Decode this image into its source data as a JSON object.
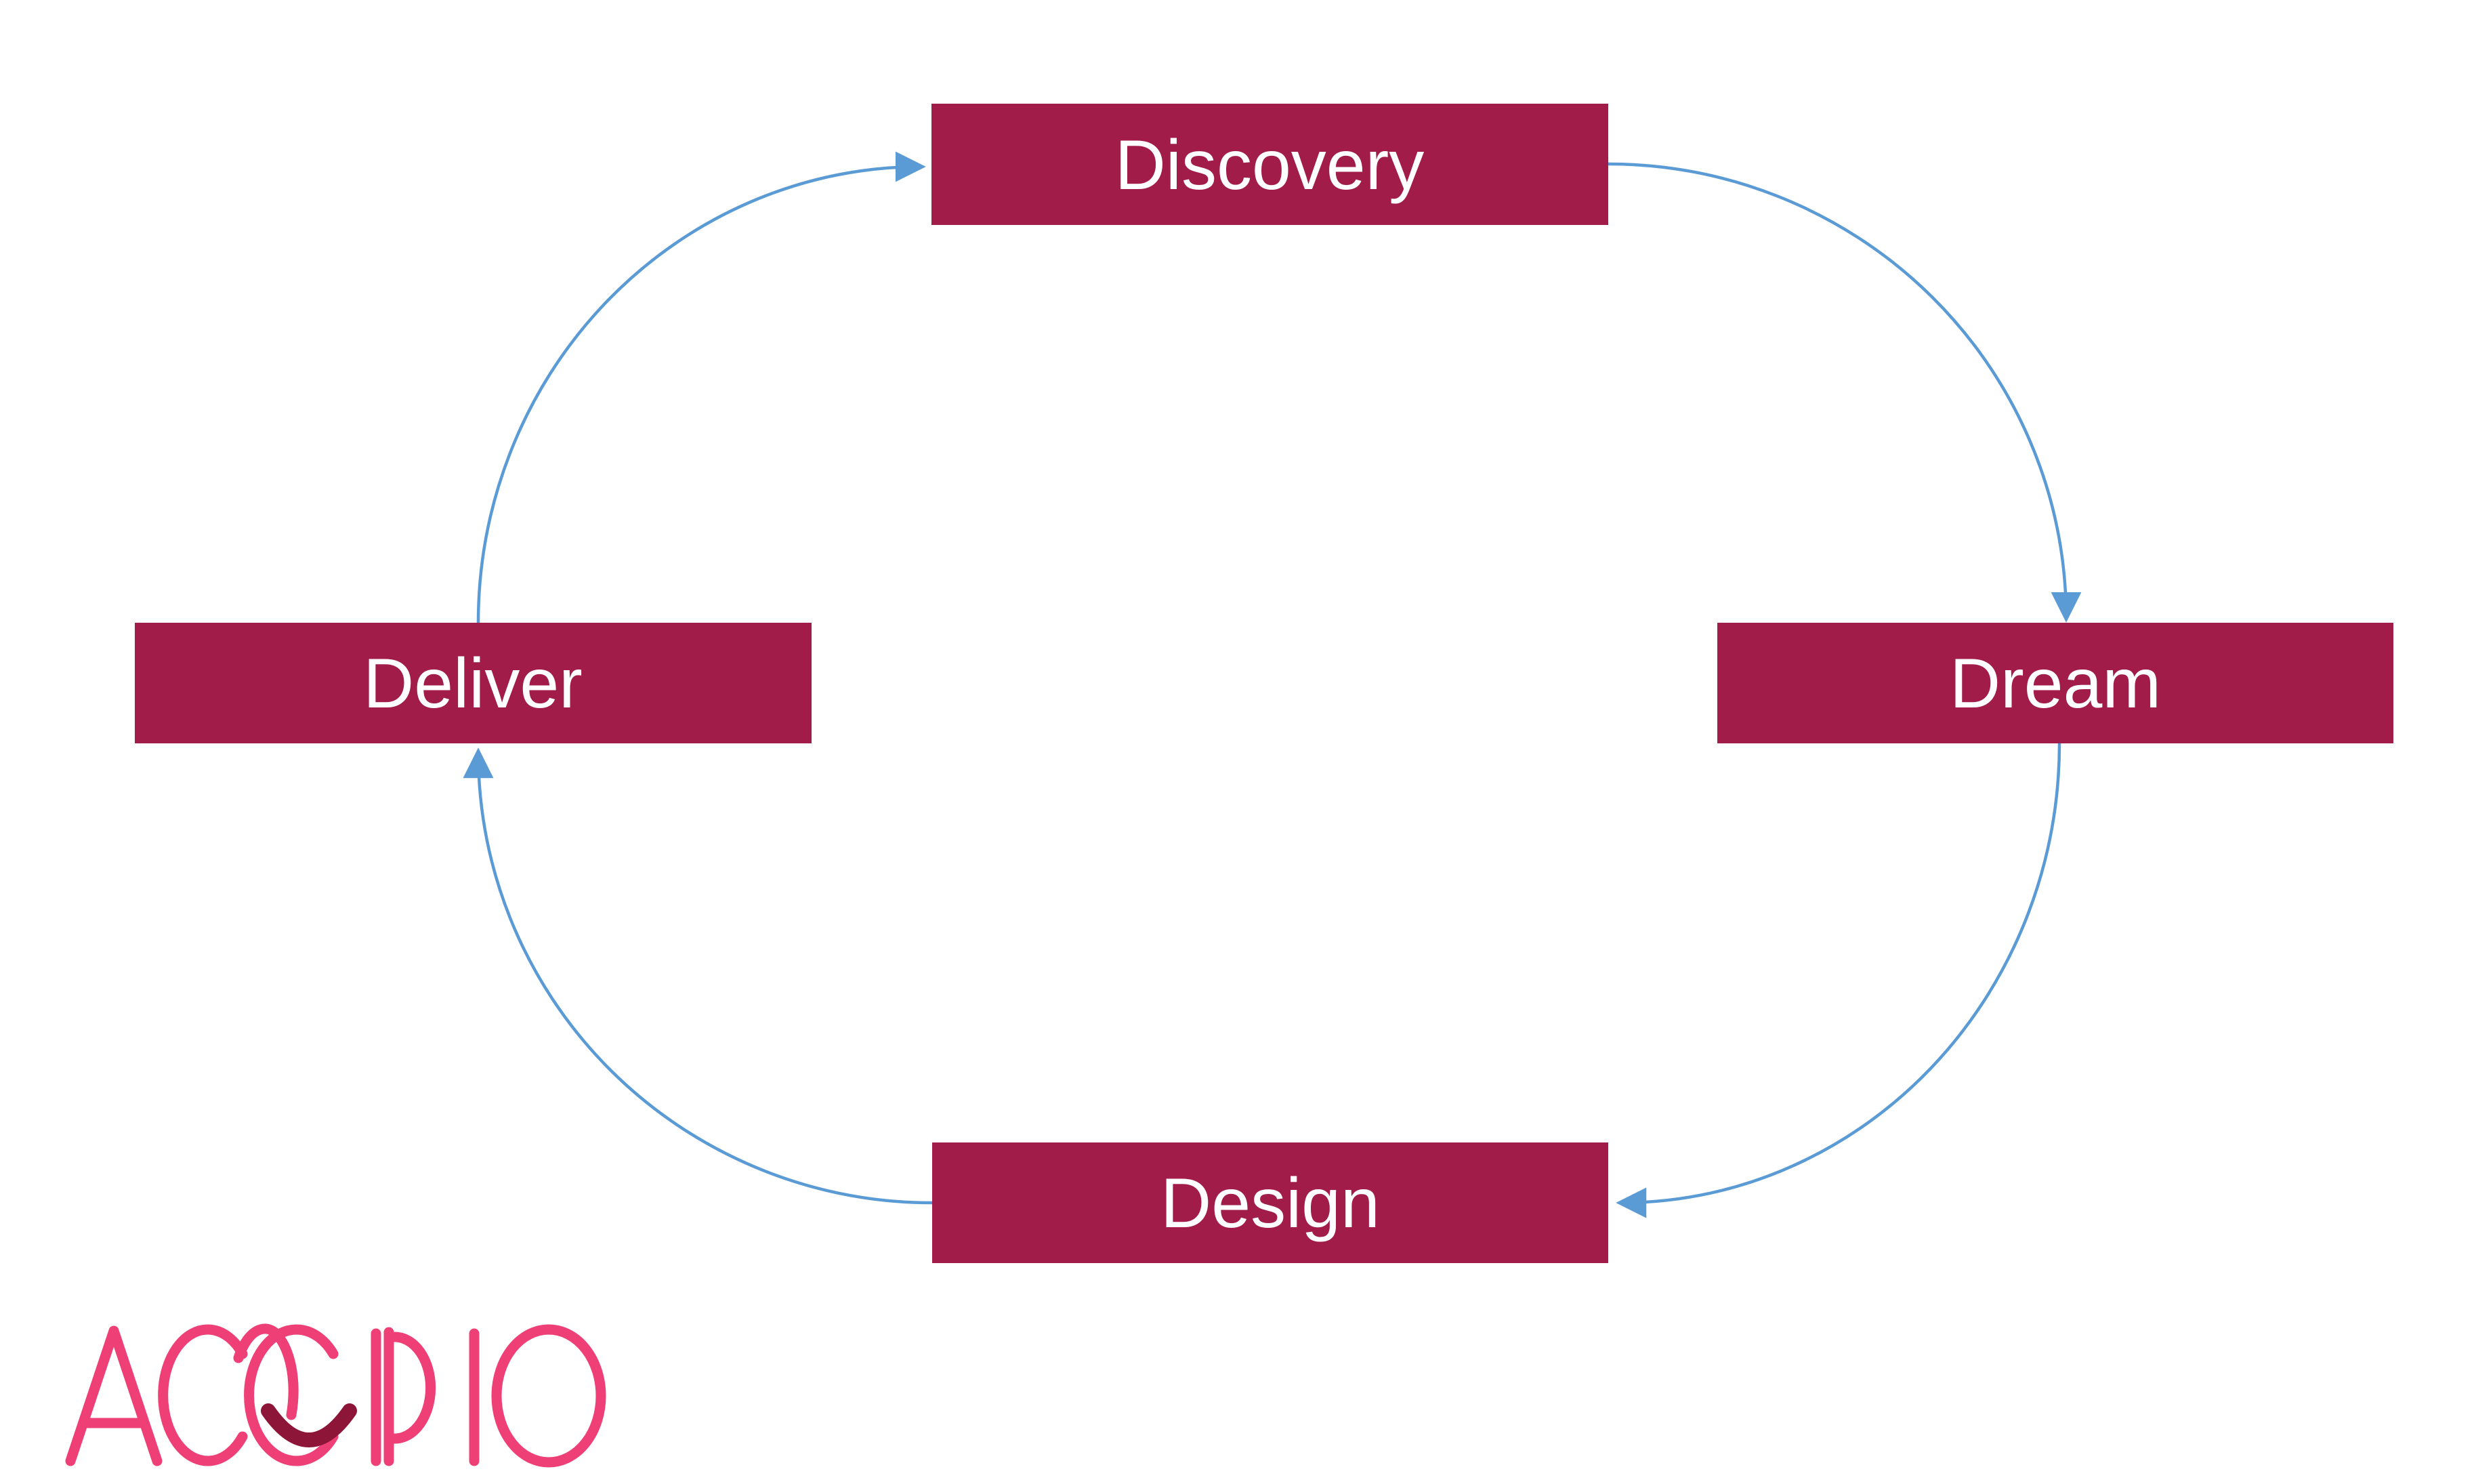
{
  "diagram": {
    "type": "cycle",
    "nodes": [
      {
        "id": "discovery",
        "label": "Discovery",
        "position": "top"
      },
      {
        "id": "dream",
        "label": "Dream",
        "position": "right"
      },
      {
        "id": "design",
        "label": "Design",
        "position": "bottom"
      },
      {
        "id": "deliver",
        "label": "Deliver",
        "position": "left"
      }
    ],
    "edges": [
      {
        "from": "discovery",
        "to": "dream"
      },
      {
        "from": "dream",
        "to": "design"
      },
      {
        "from": "design",
        "to": "deliver"
      },
      {
        "from": "deliver",
        "to": "discovery"
      }
    ],
    "colors": {
      "node_fill": "#A21C4A",
      "node_text": "#FFFFFF",
      "connector": "#5B9BD5",
      "background": "#FFFFFF"
    }
  },
  "logo": {
    "text": "ACCIPIO",
    "colors": {
      "wordmark": "#EE4076",
      "smile": "#8C1538"
    }
  }
}
